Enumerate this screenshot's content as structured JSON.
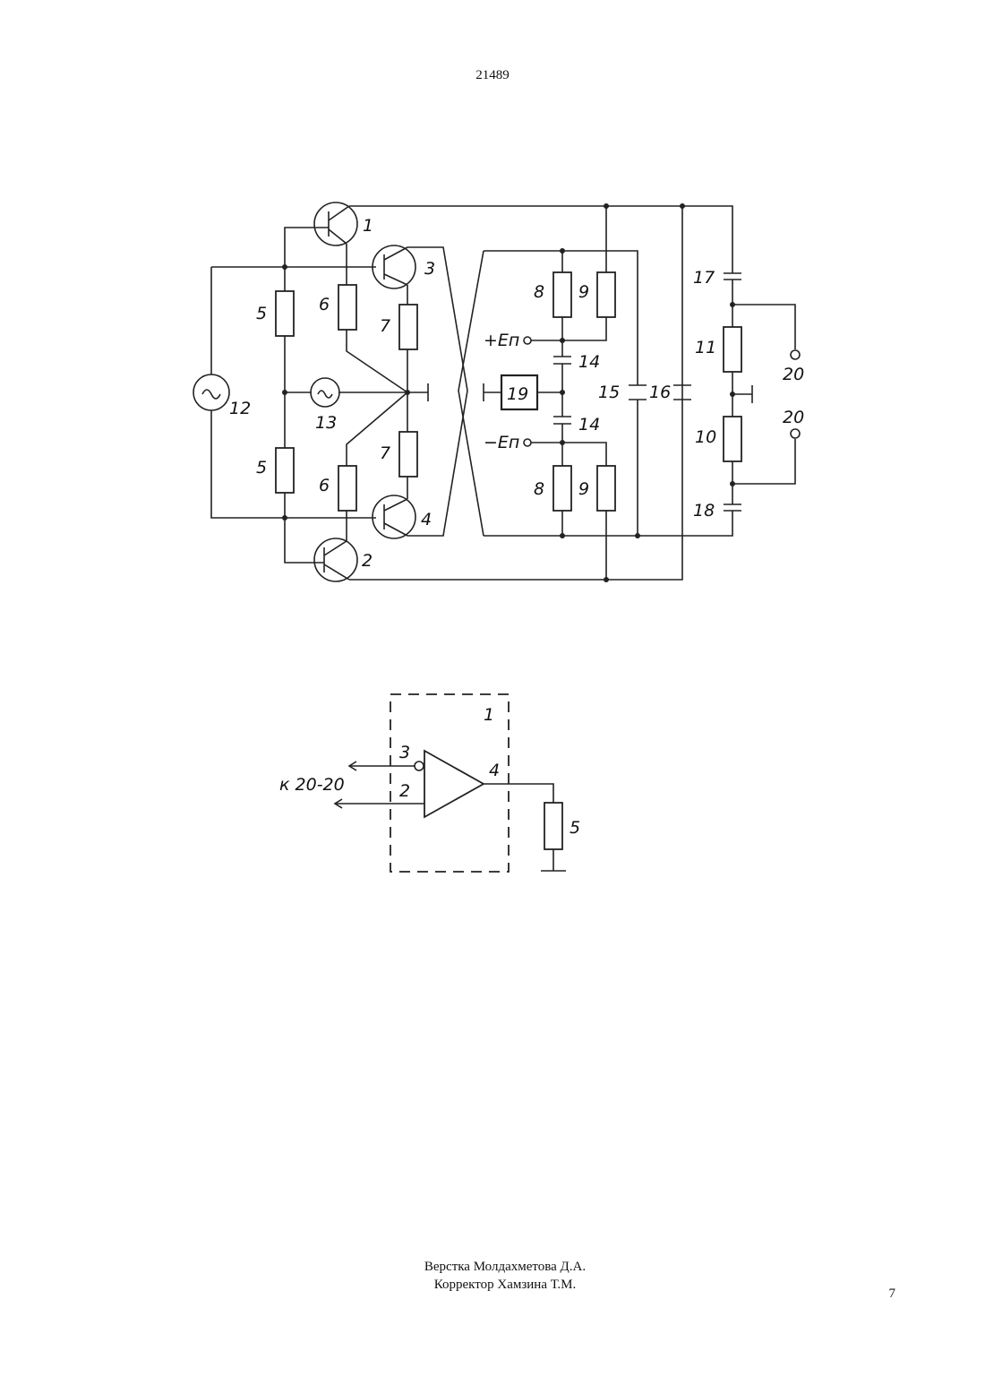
{
  "header": {
    "doc_number": "21489"
  },
  "figure1": {
    "labels": {
      "t1": "1",
      "t2": "2",
      "t3": "3",
      "t4": "4",
      "r5a": "5",
      "r5b": "5",
      "r6a": "6",
      "r6b": "6",
      "r7a": "7",
      "r7b": "7",
      "r8a": "8",
      "r8b": "8",
      "r9a": "9",
      "r9b": "9",
      "r10": "10",
      "r11": "11",
      "g12": "12",
      "g13": "13",
      "c14a": "14",
      "c14b": "14",
      "c15": "15",
      "c16": "16",
      "c17": "17",
      "c18": "18",
      "b19": "19",
      "t20a": "20",
      "t20b": "20",
      "ep_plus": "+Eп",
      "ep_minus": "−Eп"
    }
  },
  "figure2": {
    "labels": {
      "block": "1",
      "pin3": "3",
      "pin2": "2",
      "pin4": "4",
      "r5": "5",
      "to_terminals": "к 20-20"
    }
  },
  "footer": {
    "layout_by": "Верстка Молдахметова Д.А.",
    "proofreader": "Корректор Хамзина Т.М.",
    "page_number": "7"
  }
}
